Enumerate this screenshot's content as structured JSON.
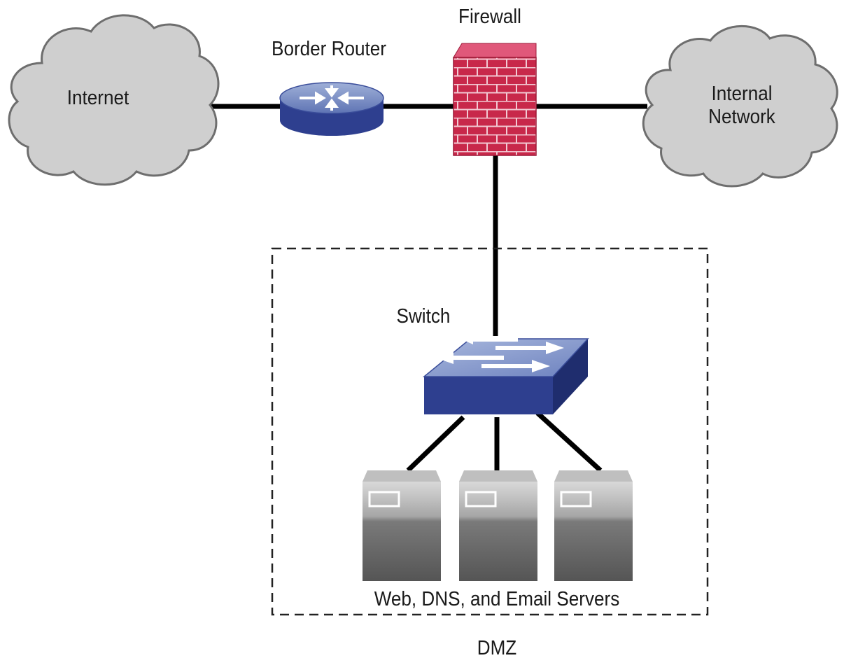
{
  "labels": {
    "internet": "Internet",
    "border_router": "Border Router",
    "firewall": "Firewall",
    "internal_network": "Internal\nNetwork",
    "switch": "Switch",
    "servers": "Web, DNS, and Email Servers",
    "dmz": "DMZ"
  },
  "icons": {
    "cloud": "cloud-icon",
    "router": "router-icon",
    "firewall": "firewall-icon",
    "switch": "switch-icon",
    "server": "server-icon"
  },
  "colors": {
    "cloud_fill": "#cfcfcf",
    "cloud_stroke": "#6e6e6e",
    "device_blue": "#2e3f8f",
    "device_blue_top": "#7c8fc4",
    "firewall_red": "#c8284a",
    "firewall_top": "#e0587a",
    "server_gray": "#8a8a8a",
    "line": "#000000"
  }
}
